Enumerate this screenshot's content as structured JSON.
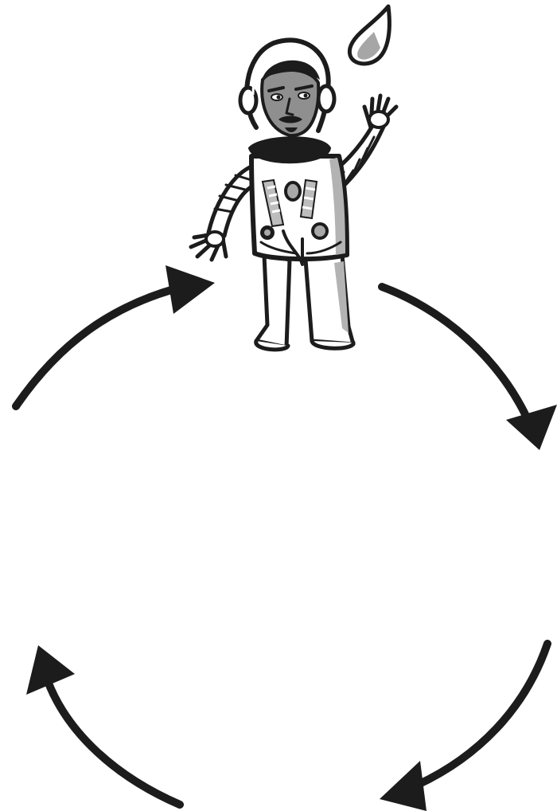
{
  "diagram": {
    "type": "cycle",
    "direction": "clockwise",
    "arrow_count": 4,
    "center_figure": "astronaut",
    "decor": [
      "water-drop-icon"
    ],
    "colors": {
      "ink": "#1c1c1c",
      "skin": "#8f8f8f",
      "suit_shade": "#b3b3b3",
      "paper": "#ffffff"
    }
  }
}
